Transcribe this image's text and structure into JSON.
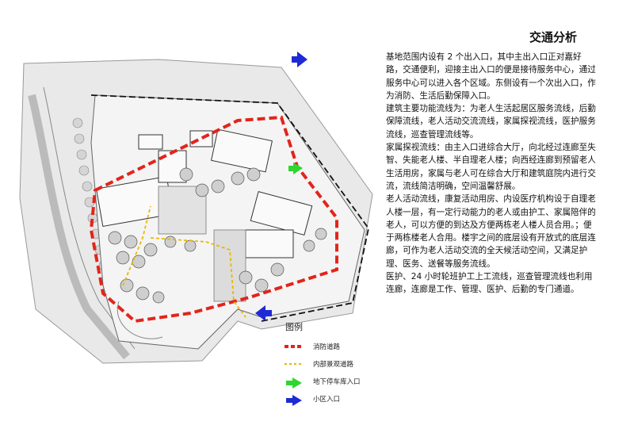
{
  "title": "交通分析",
  "paragraphs": [
    "基地范围内设有 2 个出入口，其中主出入口正对嘉好路，交通便利，迎接主出入口的便是接待服务中心，通过服务中心可以进入各个区域。东侧设有一个次出入口，作为消防、生活后勤保障入口。",
    "建筑主要功能流线为：为老人生活起居区服务流线，后勤保障流线，老人活动交流流线，家属探视流线，医护服务流线，巡查管理流线等。",
    "家属探视流线：由主入口进综合大厅，向北经过连廊至失智、失能老人楼、半自理老人楼；向西经连廊到预留老人生活用房，家属与老人可在综合大厅和建筑庭院内进行交流，流线简洁明确，空间温馨舒展。",
    "老人活动流线，康复活动用房、内设医疗机构设于自理老人楼一层，有一定行动能力的老人或由护工、家属陪伴的老人，可以方便的到达及方便两栋老人楼人员合用。；便于两栋楼老人合用。楼宇之间的底层设有开放式的底层连廊，可作为老人活动交流的全天候活动空间，又满足护理、医务、送餐等服务流线。",
    "医护、24 小时轮班护工上工流线，巡查管理流线也利用连廊，连廊是工作、管理、医护、后勤的专门通道。"
  ],
  "legend": {
    "title": "图例",
    "items": [
      {
        "label": "消防道路",
        "symbol": "red-dashed-line-icon",
        "color": "#e3241b"
      },
      {
        "label": "内部景观道路",
        "symbol": "yellow-dashed-line-icon",
        "color": "#e8b800"
      },
      {
        "label": "地下停车库入口",
        "symbol": "green-arrow-icon",
        "color": "#2fd62f"
      },
      {
        "label": "小区入口",
        "symbol": "blue-arrow-icon",
        "color": "#1f2ad6"
      }
    ]
  }
}
